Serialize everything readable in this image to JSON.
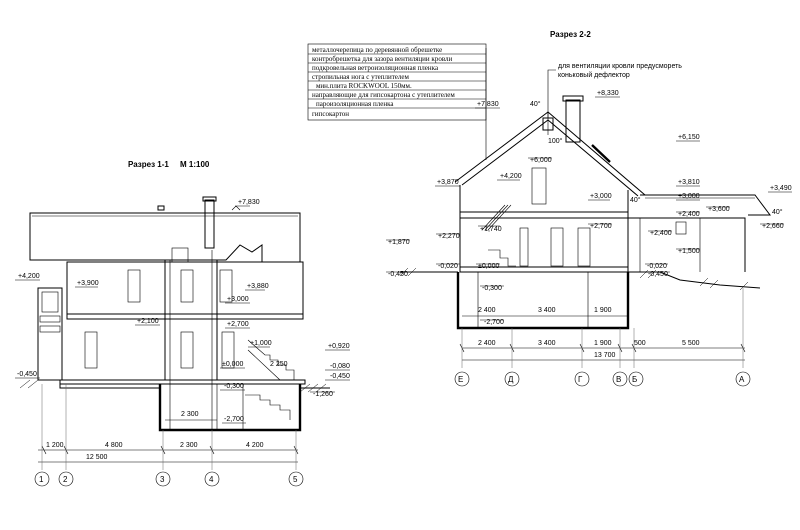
{
  "titles": {
    "section11": "Разрез 1-1",
    "scale": "М 1:100",
    "section22": "Разрез 2-2"
  },
  "roof_layers": [
    "металлочерепица по деревянной обрешетке",
    "контробрешетка для зазора вентиляции кровли",
    "подкровельная ветроизоляционная пленка",
    "стропильная нога с утеплителем",
    "мин.плита ROCKWOOL 150мм.",
    "направляющие для гипсокартона с утеплителем",
    "пароизоляционная пленка",
    "гипсокартон"
  ],
  "ventilation_note": {
    "line1": "для вентиляции кровли предусмореть",
    "line2": "коньковый дефлектор"
  },
  "section11": {
    "marks": [
      "+7,830",
      "+4,200",
      "+3,900",
      "+3,880",
      "+3,000",
      "+2,700",
      "+2,100",
      "+1,000",
      "±0,000",
      "-0,300",
      "-0,450",
      "+0,920",
      "-0,080",
      "-0,450",
      "-1,260",
      "-2,700"
    ],
    "dim_inner": [
      "2 300",
      "2 250"
    ],
    "dim_row": [
      "1 200",
      "4 800",
      "2 300",
      "4 200"
    ],
    "dim_total": "12 500",
    "axes": [
      "1",
      "2",
      "3",
      "4",
      "5"
    ]
  },
  "section22": {
    "marks_top": [
      "+7,830",
      "40°",
      "+8,330",
      "100°",
      "+6,150",
      "+6,000",
      "+4,200",
      "+3,870",
      "+3,810",
      "+3,490",
      "+3,000",
      "+3,000",
      "+3,600",
      "40°",
      "40°",
      "+2,400",
      "+2,400",
      "+2,660",
      "+2,700",
      "+2,270",
      "+1,870",
      "+1,740",
      "+1,500",
      "-0,020",
      "-0,020",
      "±0,000",
      "-0,450",
      "-0,450",
      "-0,300",
      "-2,700"
    ],
    "dim_inner": [
      "2 400",
      "3 400",
      "1 900"
    ],
    "dim_row": [
      "2 400",
      "3 400",
      "1 900",
      "500",
      "5 500"
    ],
    "dim_total": "13 700",
    "axes": [
      "Е",
      "Д",
      "Г",
      "В",
      "Б",
      "А"
    ]
  }
}
